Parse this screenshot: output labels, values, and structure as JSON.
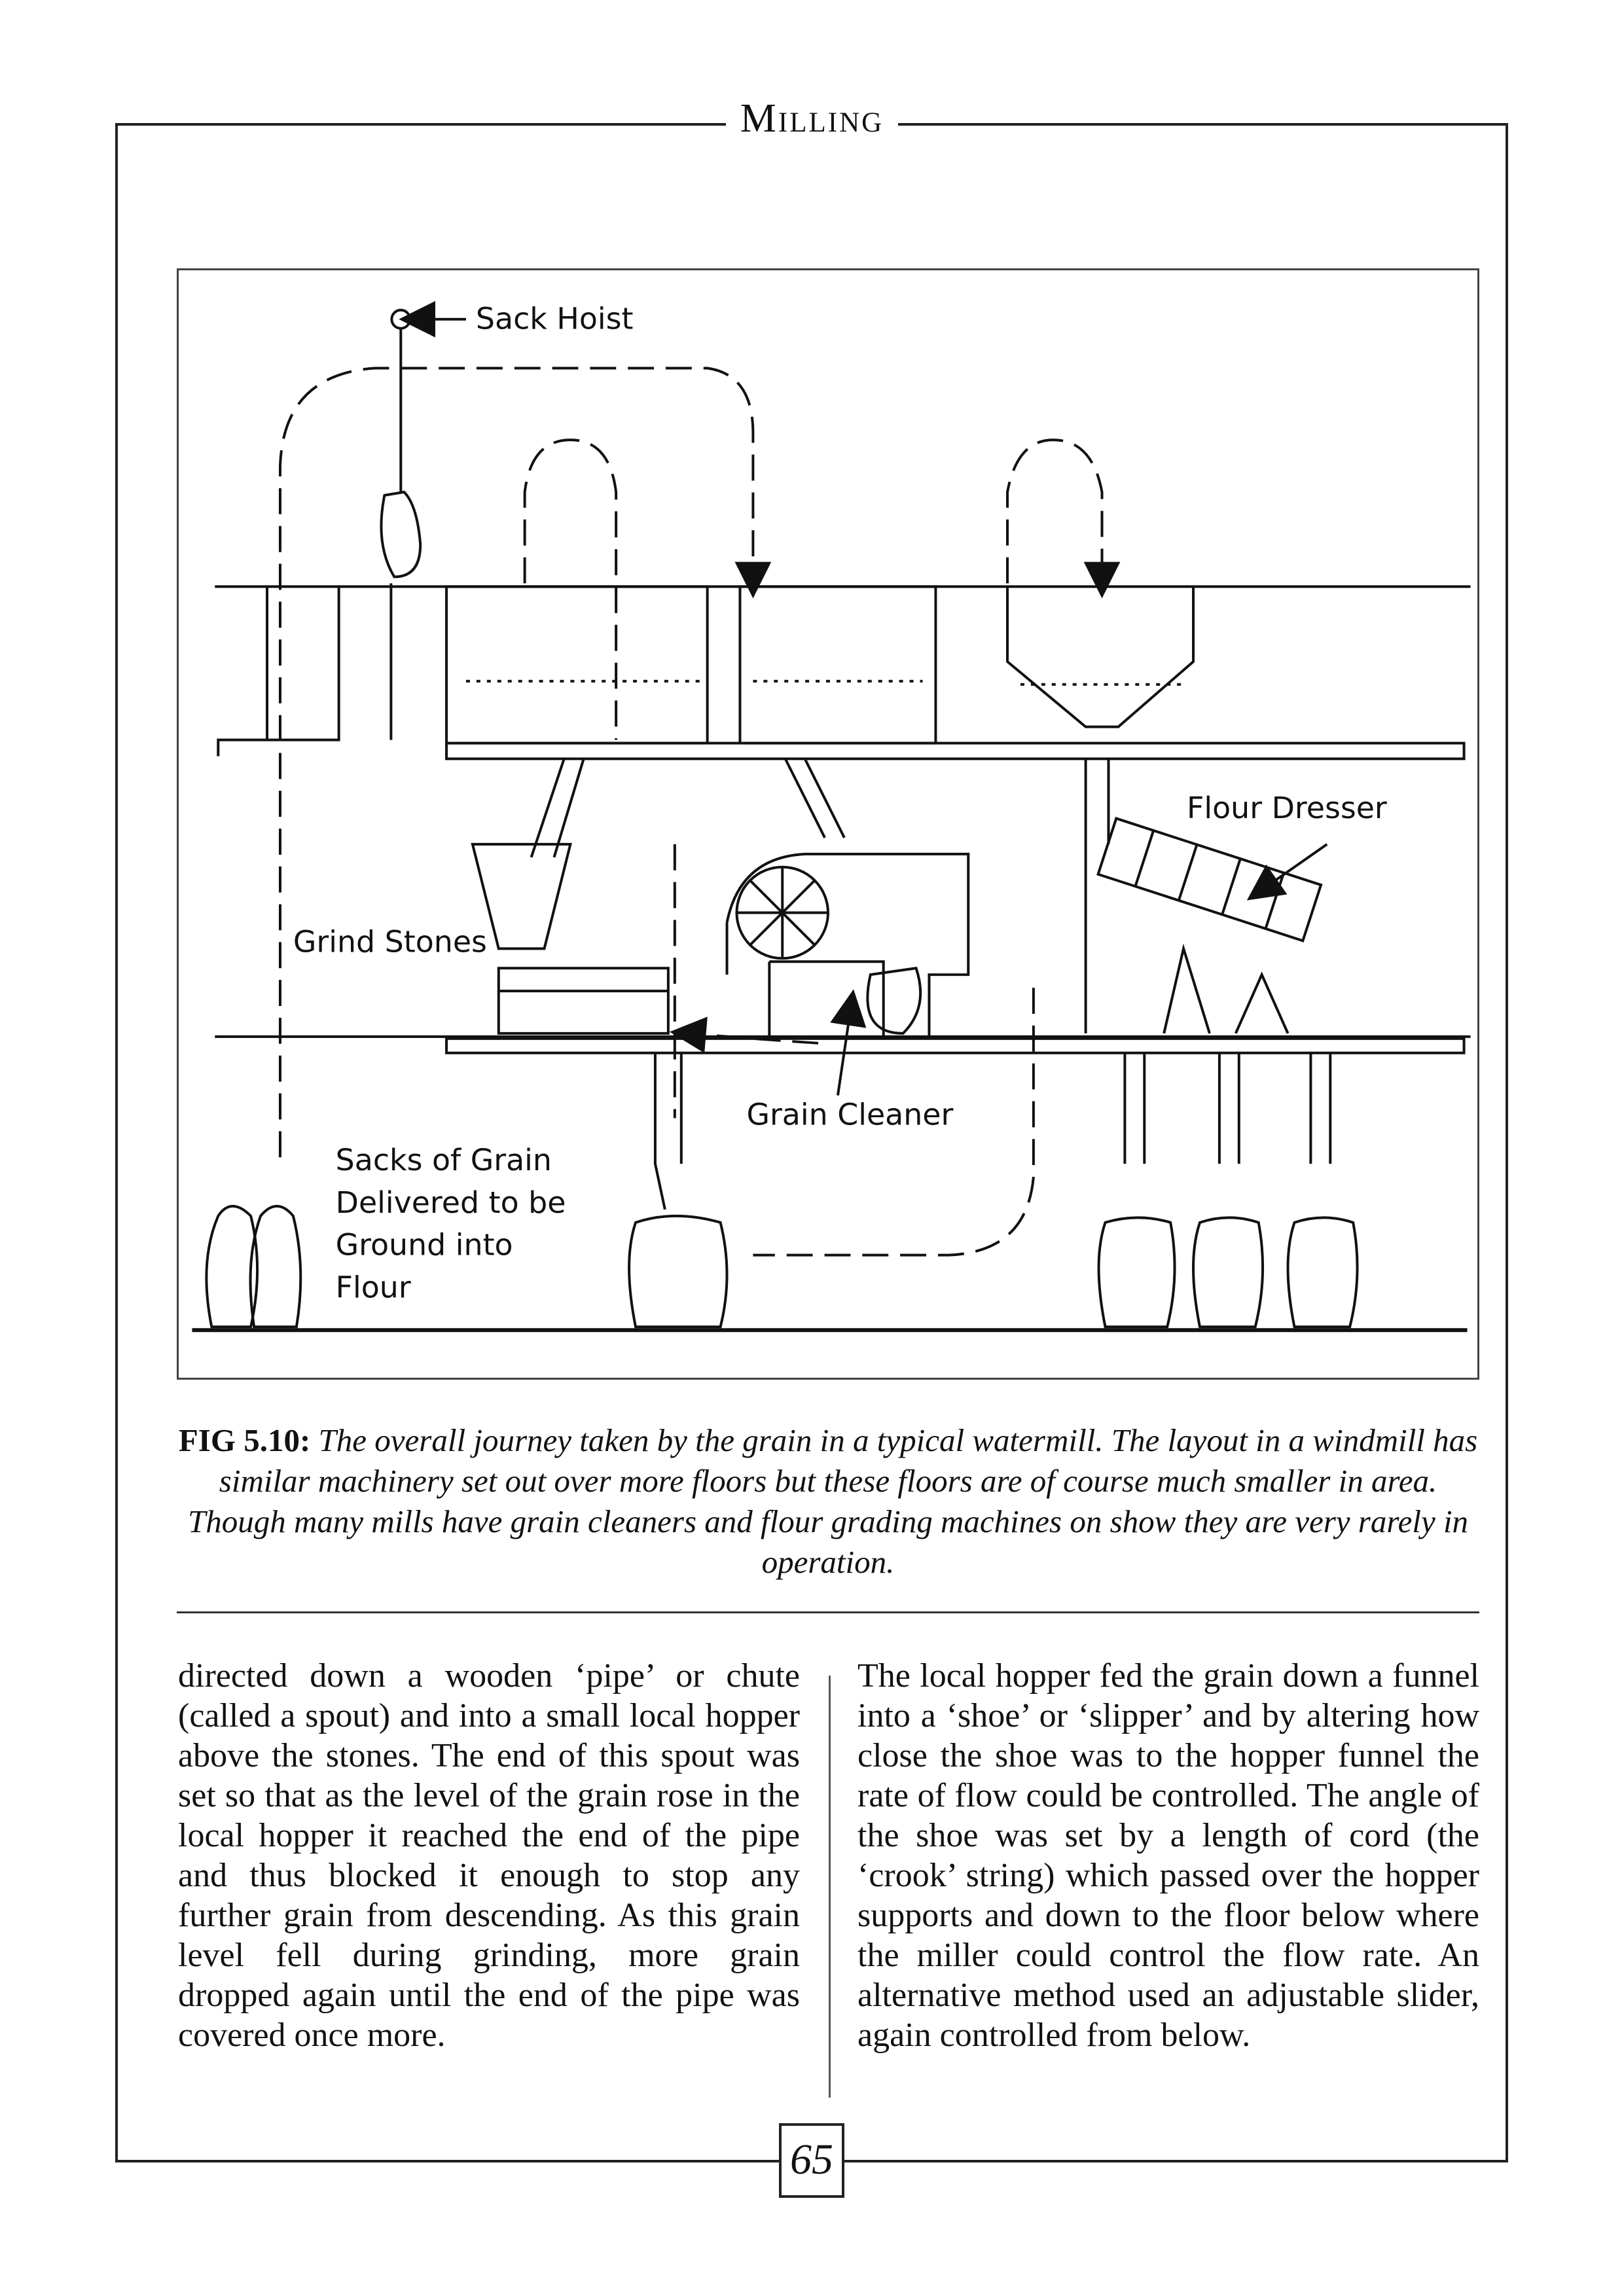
{
  "header": {
    "running_head": "Milling"
  },
  "figure": {
    "labels": {
      "sack_hoist": "Sack Hoist",
      "flour_dresser": "Flour Dresser",
      "grind_stones": "Grind Stones",
      "grain_cleaner": "Grain Cleaner",
      "sacks_line1": "Sacks of Grain",
      "sacks_line2": "Delivered to be",
      "sacks_line3": "Ground into",
      "sacks_line4": "Flour"
    }
  },
  "caption": {
    "figure_id": "FIG 5.10:",
    "text": "The overall journey taken by the grain in a typical watermill. The layout in a windmill has similar machinery set out over more floors but these floors are of course much smaller in area. Though many mills have grain cleaners and flour grading machines on show they are very rarely in operation."
  },
  "body": {
    "left_column": "directed down a wooden ‘pipe’ or chute (called a spout) and into a small local hopper above the stones. The end of this spout was set so that as the level of the grain rose in the local hopper it reached the end of the pipe and thus blocked it enough to stop any further grain from descending. As this grain level fell during grinding, more grain dropped again until the end of the pipe was covered once more.",
    "right_column": "The local hopper fed the grain down a funnel into a ‘shoe’ or ‘slipper’ and by altering how close the shoe was to the hopper funnel the rate of flow could be controlled. The angle of the shoe was set by a length of cord (the ‘crook’ string) which passed over the hopper supports and down to the floor below where the miller could control the flow rate. An alternative method used an adjustable slider, again controlled from below."
  },
  "footer": {
    "page_number": "65"
  }
}
